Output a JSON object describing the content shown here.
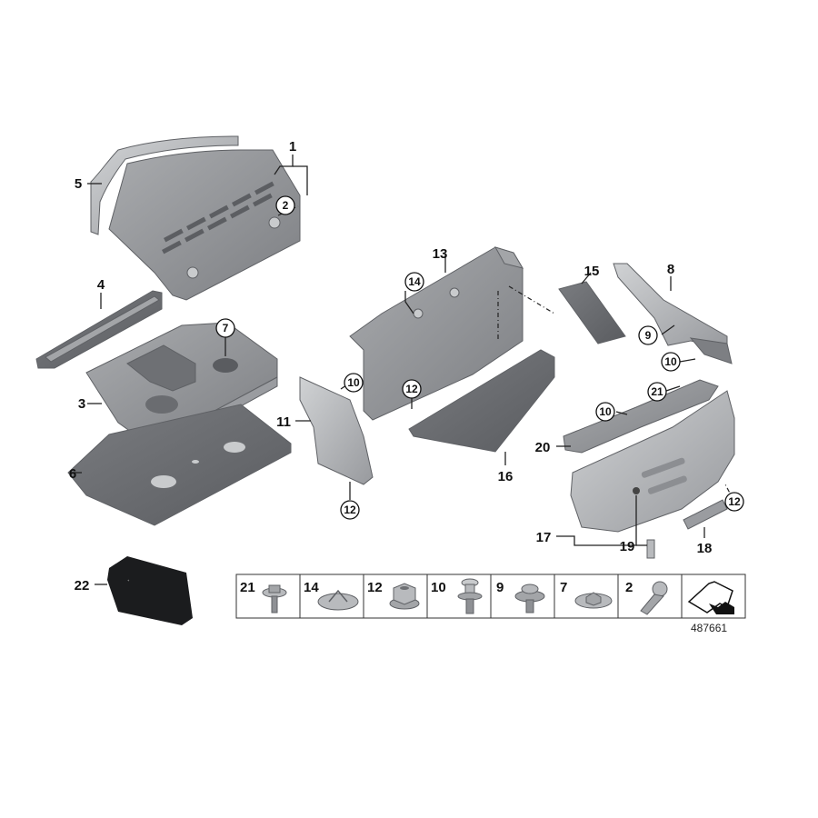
{
  "diagram_id": "487661",
  "callouts": {
    "c1": "1",
    "c2": "2",
    "c3": "3",
    "c4": "4",
    "c5": "5",
    "c6": "6",
    "c7": "7",
    "c8": "8",
    "c9": "9",
    "c10a": "10",
    "c10b": "10",
    "c10c": "10",
    "c11": "11",
    "c12a": "12",
    "c12b": "12",
    "c12c": "12",
    "c13": "13",
    "c14": "14",
    "c15": "15",
    "c16": "16",
    "c17": "17",
    "c18": "18",
    "c19": "19",
    "c20": "20",
    "c21": "21",
    "c22": "22"
  },
  "legend": [
    {
      "num": "21",
      "icon": "bolt-with-washer-icon"
    },
    {
      "num": "14",
      "icon": "expanding-rivet-icon"
    },
    {
      "num": "12",
      "icon": "hex-nut-icon"
    },
    {
      "num": "10",
      "icon": "push-clip-icon"
    },
    {
      "num": "9",
      "icon": "clip-nut-icon"
    },
    {
      "num": "7",
      "icon": "speed-nut-icon"
    },
    {
      "num": "2",
      "icon": "quarter-turn-fastener-icon"
    },
    {
      "num": "",
      "icon": "vehicle-direction-arrow-icon"
    }
  ],
  "colors": {
    "part_fill": "#8e9094",
    "part_dark": "#6e7074",
    "part_light": "#b8babd",
    "line": "#222222"
  }
}
